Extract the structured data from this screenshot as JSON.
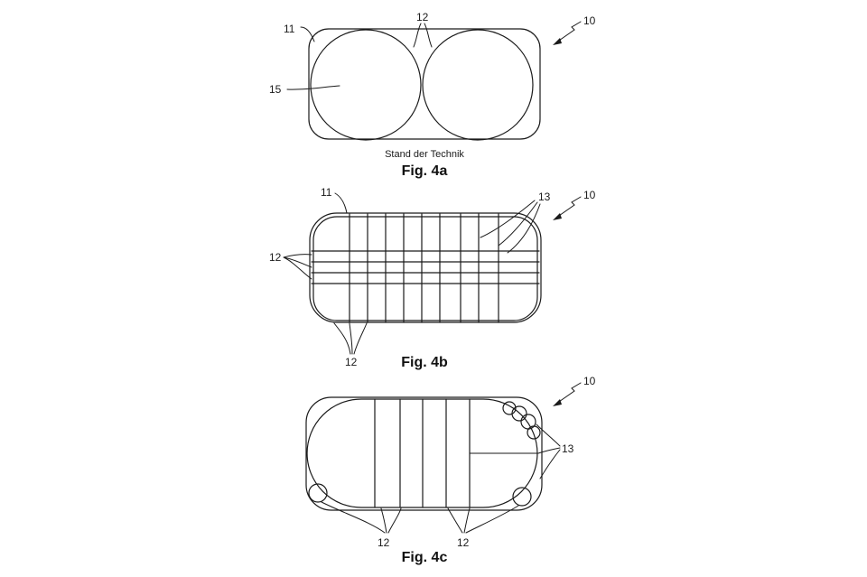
{
  "fig_4a": {
    "caption": "Stand der Technik",
    "label": "Fig. 4a",
    "refs": {
      "ref_10": "10",
      "ref_11": "11",
      "ref_12": "12",
      "ref_15": "15"
    }
  },
  "fig_4b": {
    "label": "Fig. 4b",
    "refs": {
      "ref_10": "10",
      "ref_11": "11",
      "ref_12_left": "12",
      "ref_12_bottom": "12",
      "ref_13": "13"
    }
  },
  "fig_4c": {
    "label": "Fig. 4c",
    "refs": {
      "ref_10": "10",
      "ref_12_left": "12",
      "ref_12_right": "12",
      "ref_13": "13"
    }
  }
}
